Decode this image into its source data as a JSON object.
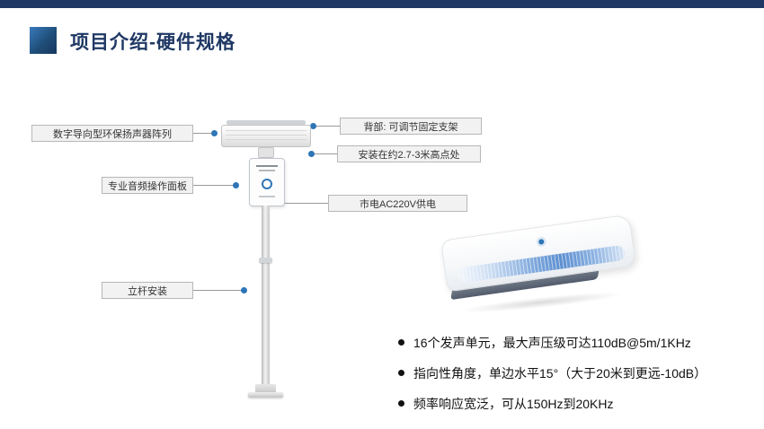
{
  "header": {
    "title": "项目介绍-硬件规格"
  },
  "colors": {
    "top_bar": "#1f3864",
    "title_text": "#1f3864",
    "accent_blue": "#2e75b6",
    "label_background": "#f2f2f2",
    "label_border": "#b7b7b7",
    "connector_line": "#9a9a9a"
  },
  "diagram": {
    "left_callouts": [
      "数字导向型环保扬声器阵列",
      "专业音频操作面板",
      "立杆安装"
    ],
    "right_callouts": [
      "背部: 可调节固定支架",
      "安装在约2.7-3米高点处",
      "市电AC220V供电"
    ]
  },
  "specs": [
    "16个发声单元，最大声压级可达110dB@5m/1KHz",
    "指向性角度，单边水平15°（大于20米到更远-10dB）",
    "频率响应宽泛，可从150Hz到20KHz"
  ]
}
